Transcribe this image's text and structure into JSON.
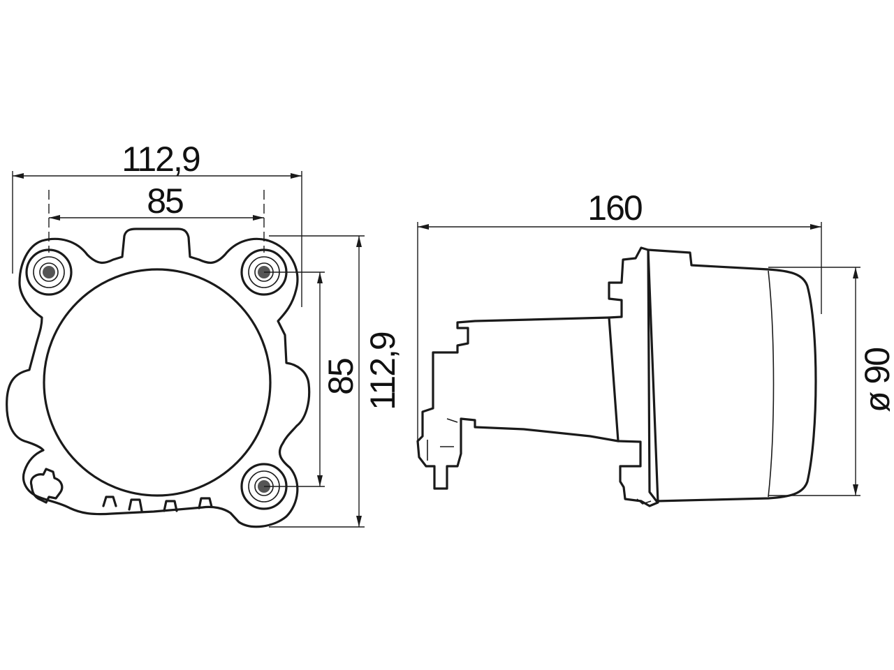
{
  "front_view": {
    "overall_width_label": "112,9",
    "bolt_spacing_width_label": "85",
    "bolt_spacing_height_label": "85",
    "overall_height_label": "112,9"
  },
  "side_view": {
    "length_label": "160",
    "diameter_label": "ø 90"
  }
}
